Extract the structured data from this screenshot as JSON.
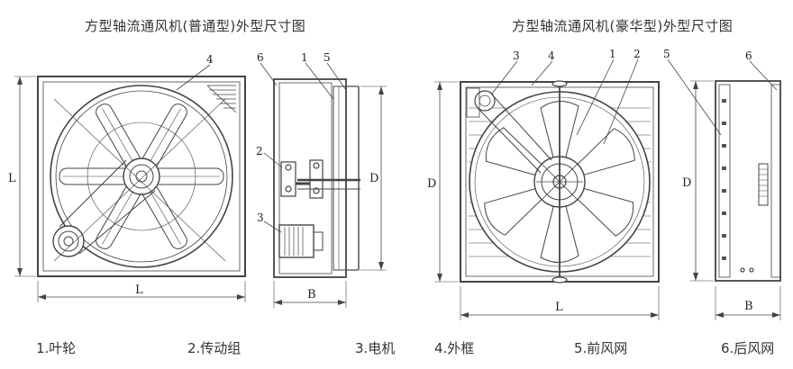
{
  "titles": {
    "left": "方型轴流通风机(普通型)外型尺寸图",
    "right": "方型轴流通风机(豪华型)外型尺寸图"
  },
  "callouts": {
    "left_front": [
      "4"
    ],
    "left_side": [
      "6",
      "1",
      "5",
      "2",
      "3"
    ],
    "right_front": [
      "3",
      "4",
      "1",
      "2",
      "5"
    ],
    "right_side": [
      "6"
    ]
  },
  "dimensions": {
    "left_front_height": "L",
    "left_front_width": "L",
    "left_side_height": "D",
    "left_side_width": "B",
    "right_front_height": "D",
    "right_front_width": "L",
    "right_side_height": "D",
    "right_side_width": "B"
  },
  "legend": [
    "1.叶轮",
    "2.传动组",
    "3.电机",
    "4.外框",
    "5.前风网",
    "6.后风网"
  ]
}
